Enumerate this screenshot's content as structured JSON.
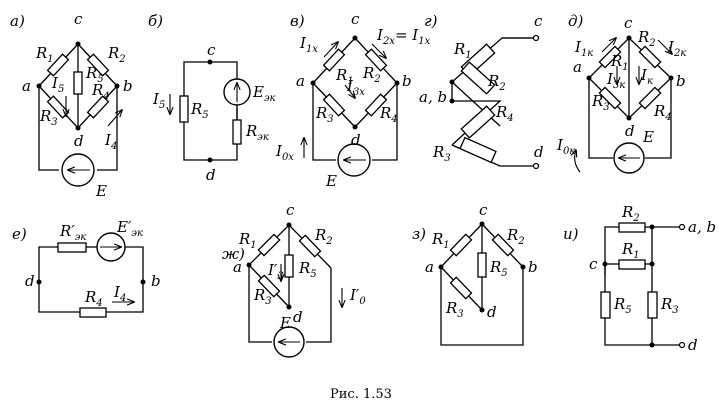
{
  "caption": "Рис. 1.53",
  "panels": {
    "a": {
      "letter": "а)",
      "nodes": {
        "c": "c",
        "a": "a",
        "b": "b",
        "d": "d"
      },
      "labels": {
        "R1": "R",
        "R1s": "1",
        "R2": "R",
        "R2s": "2",
        "R3": "R",
        "R3s": "3",
        "R4": "R",
        "R4s": "4",
        "R5": "R",
        "R5s": "5",
        "I5": "I",
        "I5s": "5",
        "I4": "I",
        "I4s": "4",
        "E": "E"
      }
    },
    "b": {
      "letter": "б)",
      "nodes": {
        "c": "c",
        "d": "d"
      },
      "labels": {
        "I5": "I",
        "I5s": "5",
        "R5": "R",
        "R5s": "5",
        "E": "E",
        "Es": "эк",
        "R": "R",
        "Rs": "эк"
      }
    },
    "v": {
      "letter": "в)",
      "nodes": {
        "c": "c",
        "a": "a",
        "b": "b",
        "d": "d"
      },
      "labels": {
        "I1": "I",
        "I1s": "1х",
        "I2": "I",
        "I2s": "2х",
        "eq": "= I",
        "eqs": "1х",
        "R1": "R",
        "R1s": "1",
        "R2": "R",
        "R2s": "2",
        "R3": "R",
        "R3s": "3",
        "R4": "R",
        "R4s": "4",
        "I3": "I",
        "I3s": "3х",
        "I0": "I",
        "I0s": "0х",
        "E": "E"
      }
    },
    "g": {
      "letter": "г)",
      "nodes": {
        "c": "c",
        "ab": "a, b",
        "d": "d"
      },
      "labels": {
        "R1": "R",
        "R1s": "1",
        "R2": "R",
        "R2s": "2",
        "R3": "R",
        "R3s": "3",
        "R4": "R",
        "R4s": "4"
      }
    },
    "d": {
      "letter": "д)",
      "nodes": {
        "c": "c",
        "a": "a",
        "b": "b",
        "d": "d"
      },
      "labels": {
        "I1": "I",
        "I1s": "1к",
        "R2": "R",
        "R2s": "2",
        "I2": "I",
        "I2s": "2к",
        "R1": "R",
        "R1s": "1",
        "I3": "I",
        "I3s": "3к",
        "Ik": "I",
        "Iks": "к",
        "R3": "R",
        "R3s": "3",
        "R4": "R",
        "R4s": "4",
        "I0": "I",
        "I0s": "0к",
        "E": "E"
      }
    },
    "e": {
      "letter": "е)",
      "nodes": {
        "d": "d",
        "b": "b"
      },
      "labels": {
        "R": "R′",
        "Rs": "эк",
        "E": "E′",
        "Es": "эк",
        "R4": "R",
        "R4s": "4",
        "I4": "I",
        "I4s": "4"
      }
    },
    "zh": {
      "letter": "ж)",
      "nodes": {
        "c": "c",
        "a": "a",
        "d": "d"
      },
      "labels": {
        "R1": "R",
        "R1s": "1",
        "R2": "R",
        "R2s": "2",
        "I3": "I′",
        "I3s": "3",
        "R5": "R",
        "R5s": "5",
        "R3": "R",
        "R3s": "3",
        "I0": "I′",
        "I0s": "0",
        "E": "E"
      }
    },
    "z": {
      "letter": "з)",
      "nodes": {
        "c": "c",
        "a": "a",
        "b": "b",
        "d": "d"
      },
      "labels": {
        "R1": "R",
        "R1s": "1",
        "R2": "R",
        "R2s": "2",
        "R5": "R",
        "R5s": "5",
        "R3": "R",
        "R3s": "3"
      }
    },
    "i": {
      "letter": "и)",
      "nodes": {
        "ab": "a, b",
        "c": "c",
        "d": "d"
      },
      "labels": {
        "R2": "R",
        "R2s": "2",
        "R1": "R",
        "R1s": "1",
        "R5": "R",
        "R5s": "5",
        "R3": "R",
        "R3s": "3"
      }
    }
  }
}
